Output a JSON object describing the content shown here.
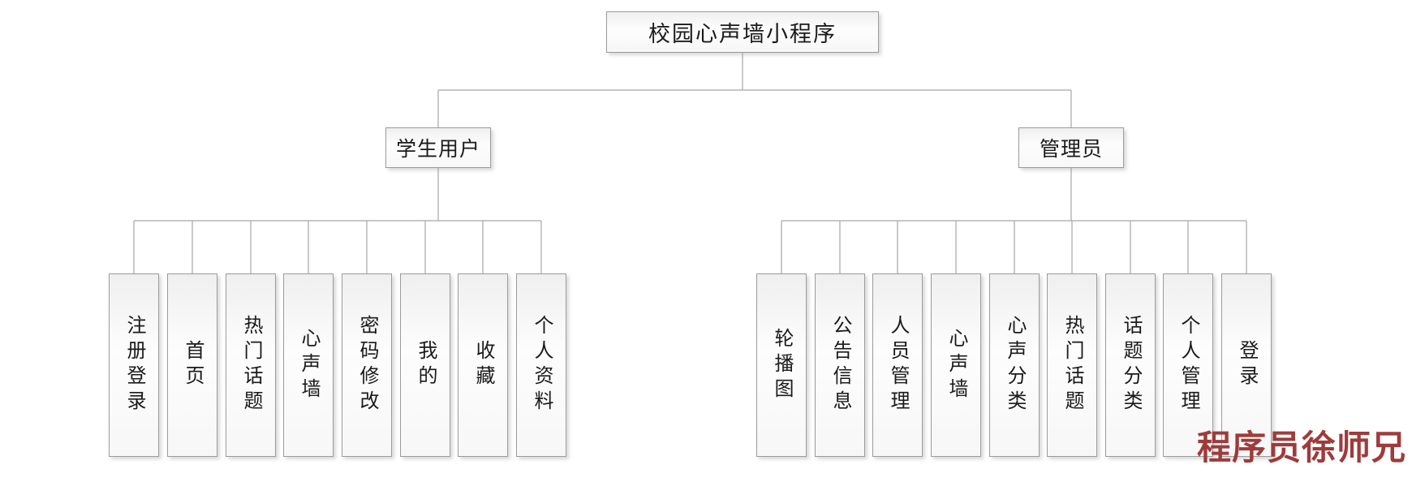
{
  "diagram": {
    "title": "校园心声墙小程序",
    "branches": [
      {
        "label": "学生用户",
        "children": [
          "注册登录",
          "首页",
          "热门话题",
          "心声墙",
          "密码修改",
          "我的",
          "收藏",
          "个人资料"
        ]
      },
      {
        "label": "管理员",
        "children": [
          "轮播图",
          "公告信息",
          "人员管理",
          "心声墙",
          "心声分类",
          "热门话题",
          "话题分类",
          "个人管理",
          "登录"
        ]
      }
    ],
    "watermark": {
      "text": "程序员徐师兄",
      "color": "#9e3b3b"
    },
    "colors": {
      "line": "#a6a6a6",
      "box_border": "#9b9b9b",
      "background": "#ffffff",
      "text": "#1a1a1a"
    }
  }
}
